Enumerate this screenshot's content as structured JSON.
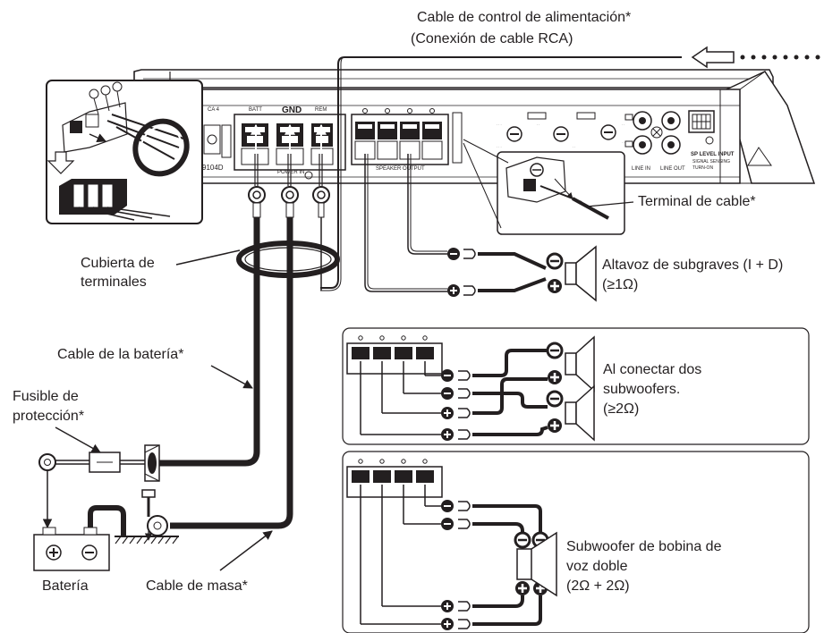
{
  "labels": {
    "power_control_cable": "Cable de control de alimentación*",
    "rca_connection": "(Conexión de cable RCA)",
    "cable_terminal": "Terminal de cable*",
    "subwoofer_single_line1": "Altavoz de subgraves (I + D)",
    "subwoofer_single_line2": "(≥1Ω)",
    "terminal_cover_line1": "Cubierta de",
    "terminal_cover_line2": "terminales",
    "battery_cable": "Cable de la batería*",
    "fuse_line1": "Fusible de",
    "fuse_line2": "protección*",
    "two_subwoofers_line1": "Al conectar dos",
    "two_subwoofers_line2": "subwoofers.",
    "two_subwoofers_line3": "(≥2Ω)",
    "dual_coil_line1": "Subwoofer de bobina de",
    "dual_coil_line2": "voz doble",
    "dual_coil_line3": "(2Ω + 2Ω)",
    "battery": "Batería",
    "ground_cable": "Cable de masa*"
  },
  "amp_panel": {
    "batt": "BATT",
    "gnd": "GND",
    "rem": "REM",
    "power_in": "POWER IN",
    "speaker_output": "SPEAKER OUTPUT",
    "line_in": "LINE IN",
    "line_out": "LINE OUT",
    "sp_level_input": "SP LEVEL INPUT",
    "signal_sensing": "SIGNAL SENSING",
    "turn_on": "TURN-ON",
    "model_fragment": "9104D",
    "fuse_fragment": "CA 4"
  }
}
